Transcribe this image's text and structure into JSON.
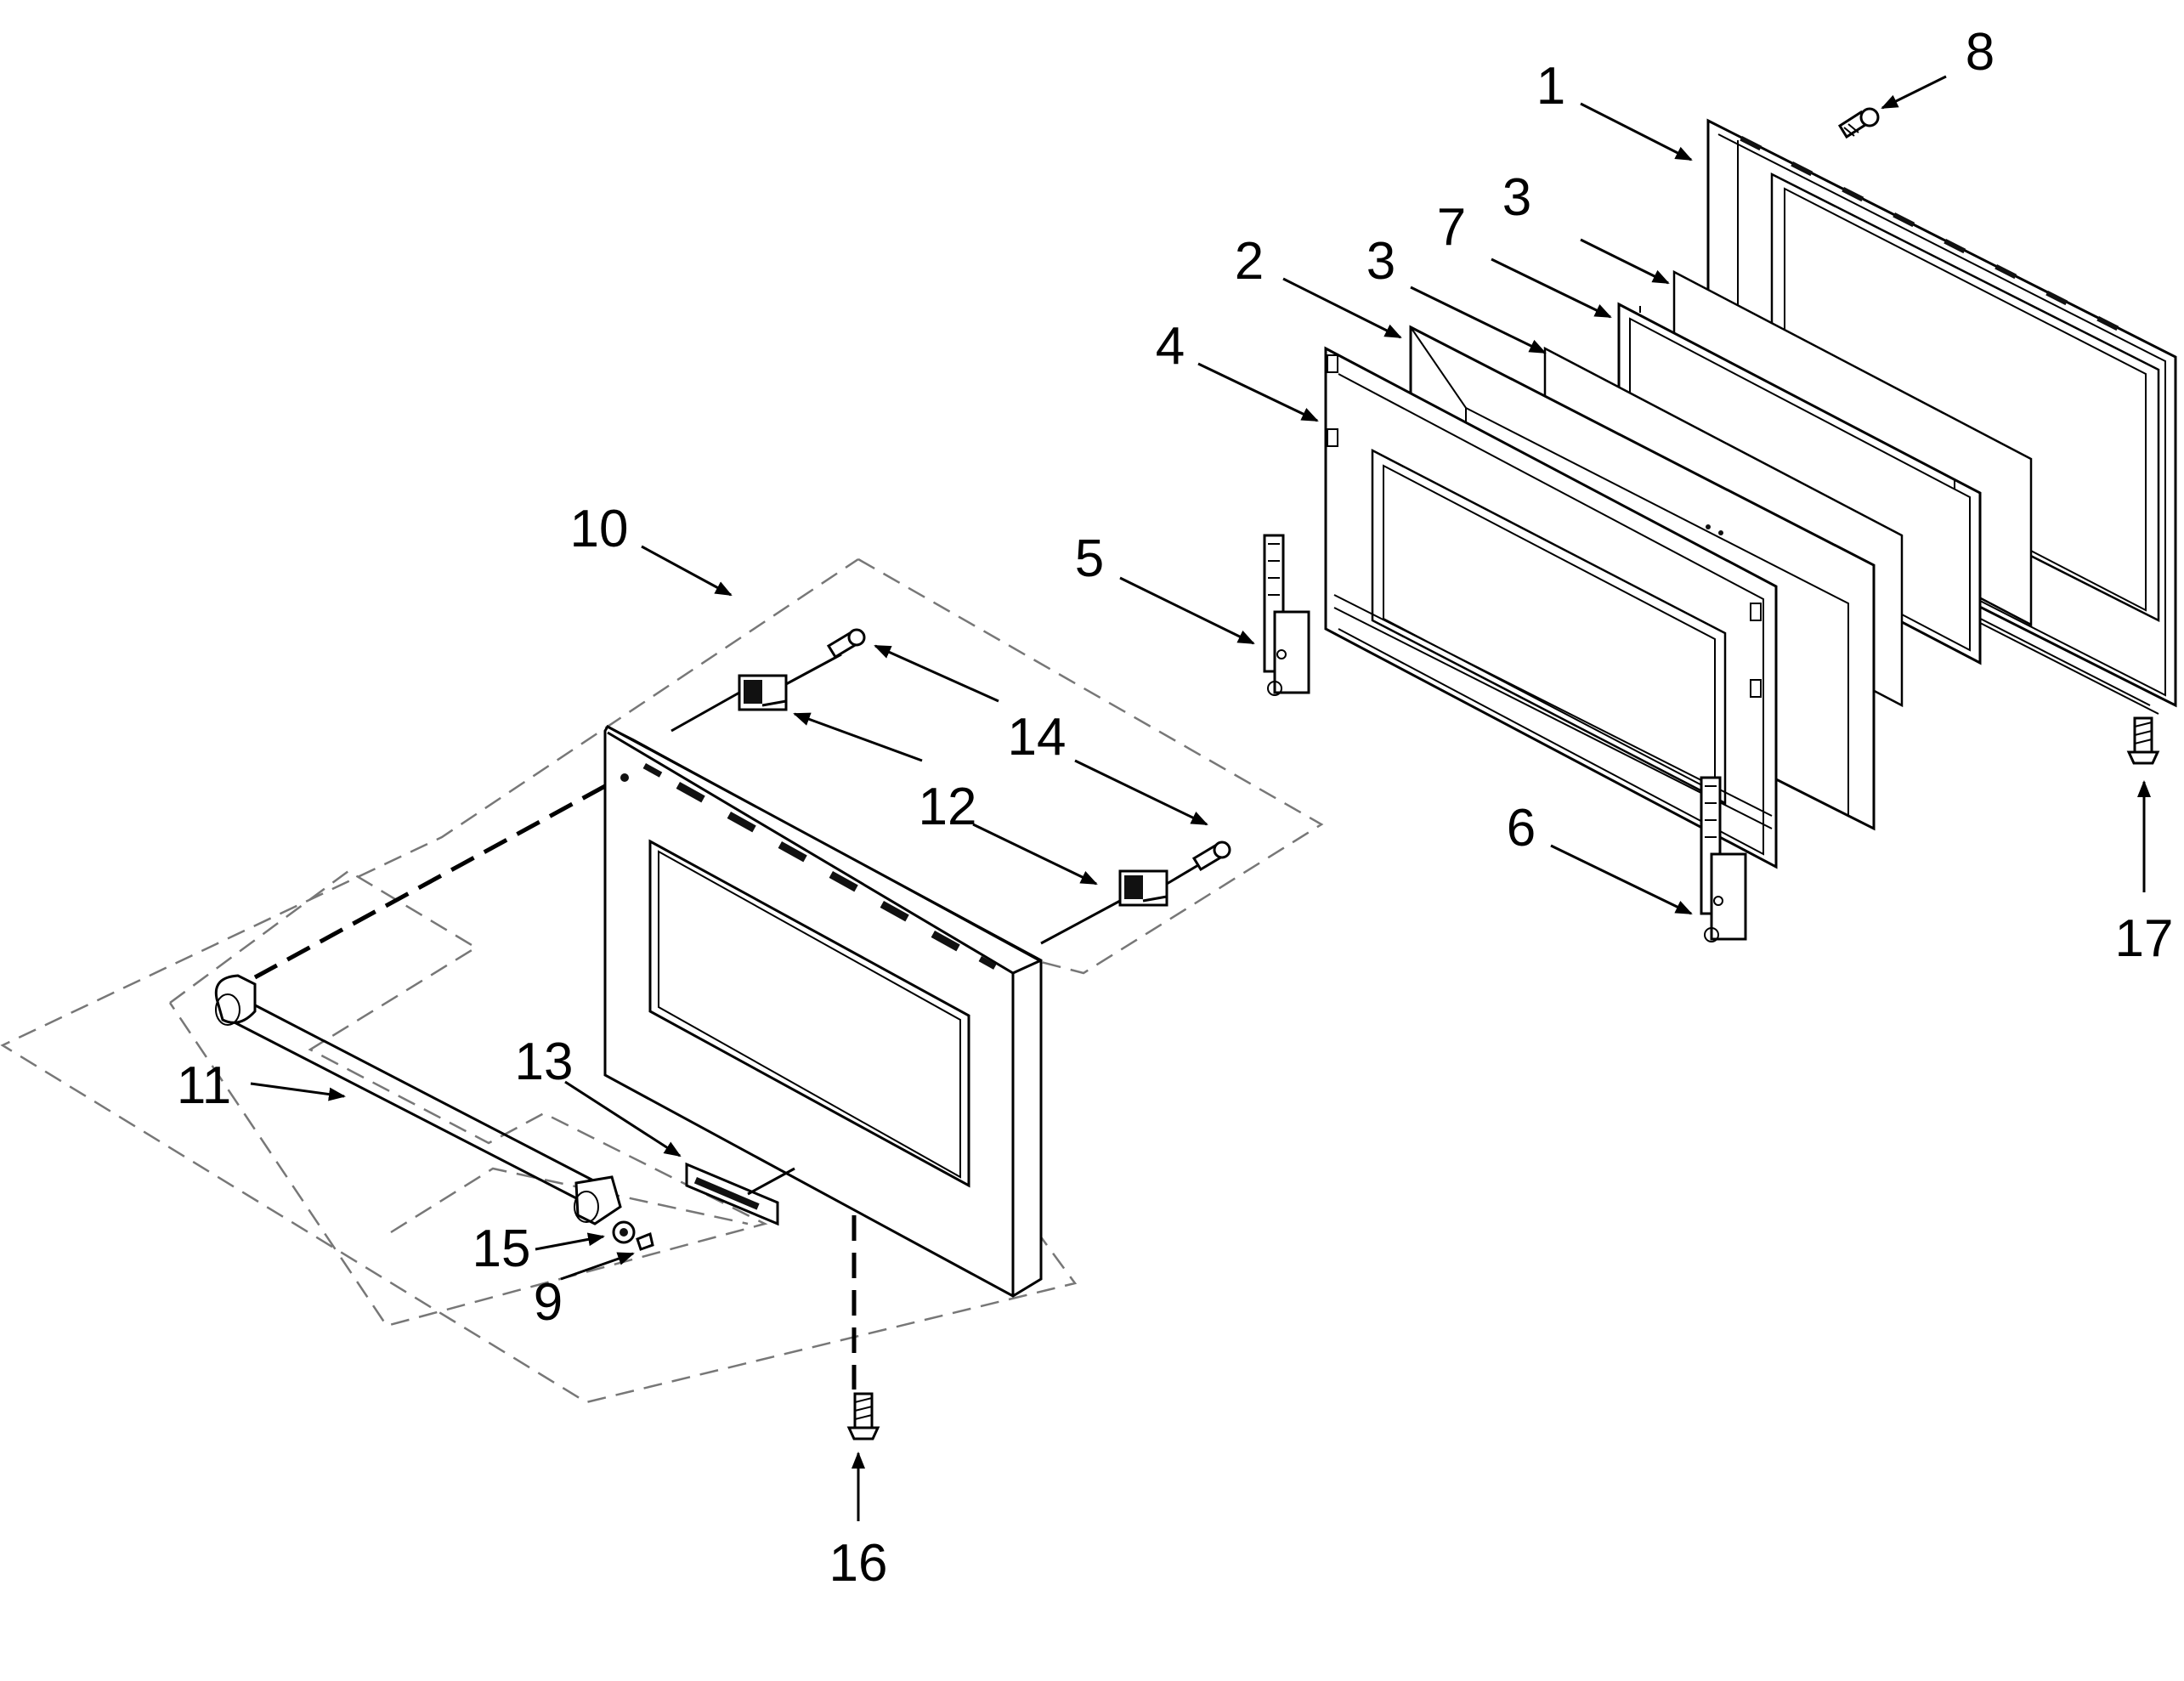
{
  "diagram": {
    "callouts": [
      "1",
      "2",
      "3",
      "3",
      "4",
      "5",
      "6",
      "7",
      "8",
      "9",
      "10",
      "11",
      "12",
      "13",
      "14",
      "15",
      "16",
      "17"
    ]
  }
}
